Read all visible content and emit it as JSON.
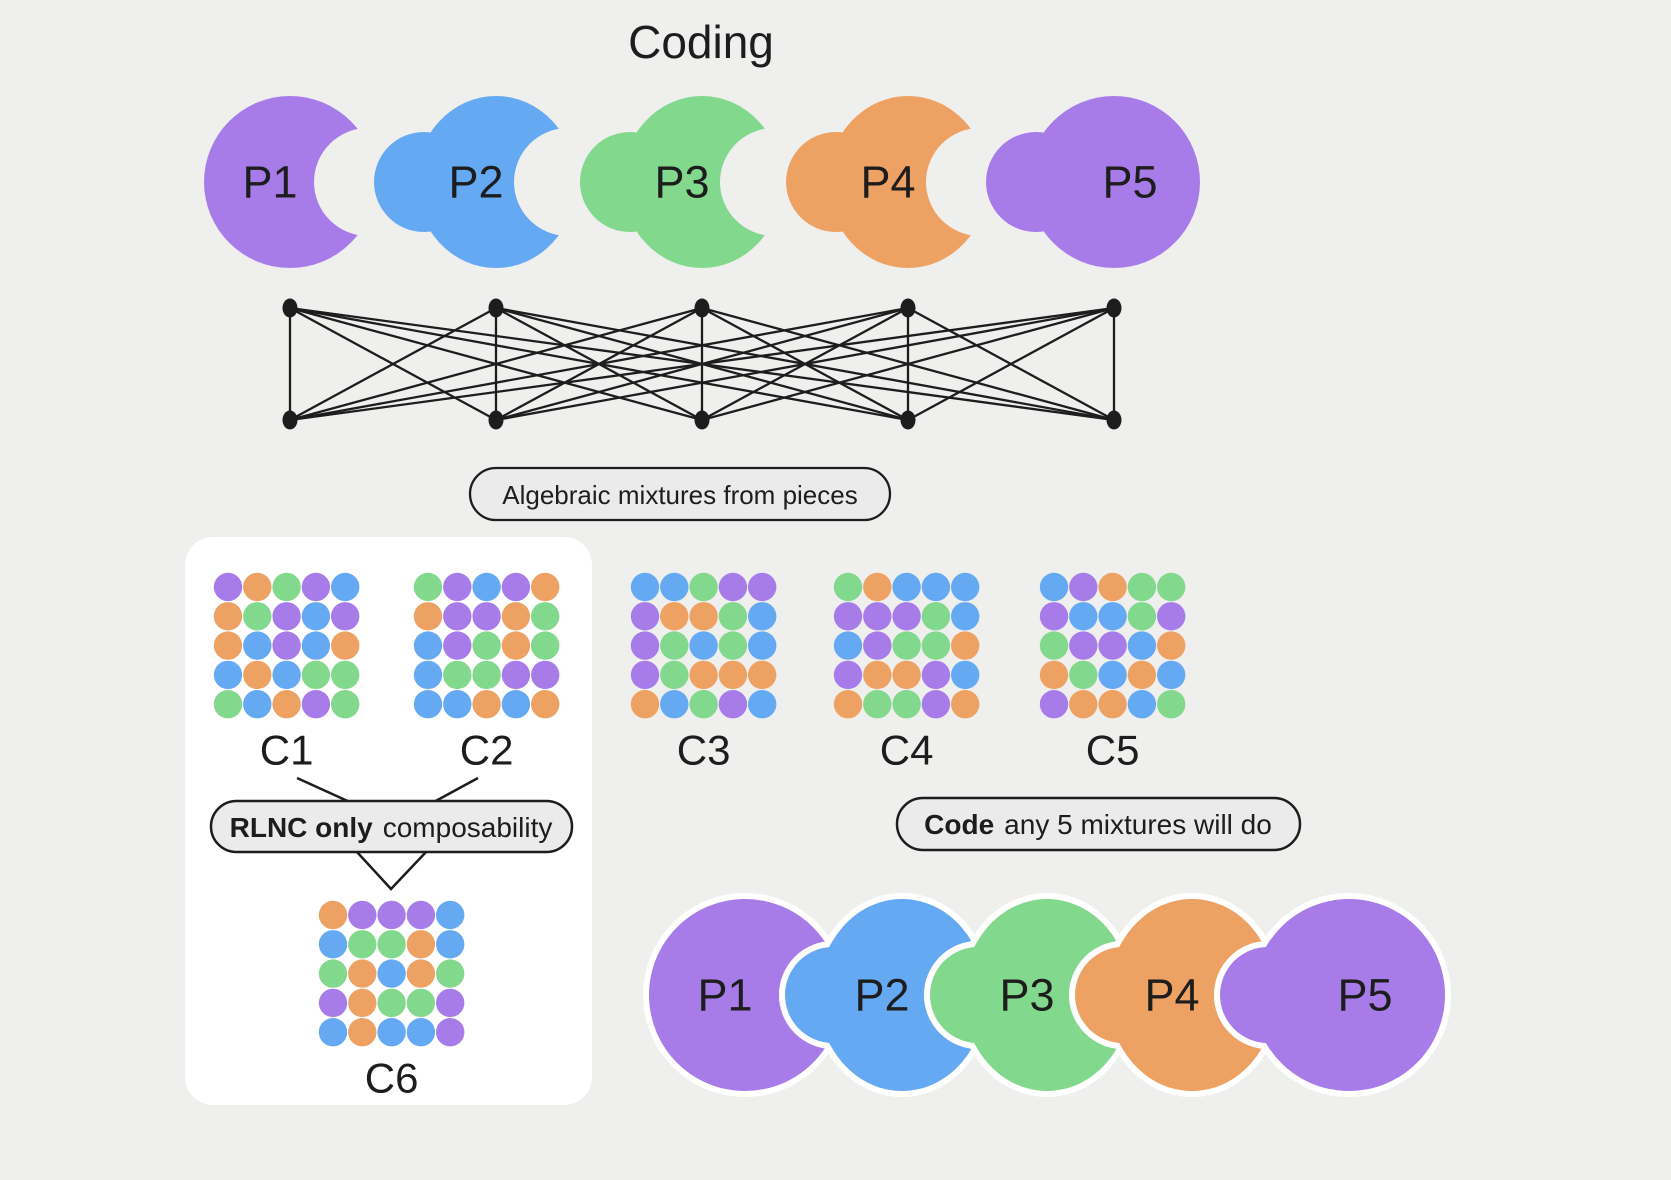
{
  "title": "Coding",
  "palette": {
    "purple": "#a87ce8",
    "blue": "#64a9f2",
    "green": "#82d88c",
    "orange": "#eda263",
    "background": "#efefee",
    "card": "#ffffff",
    "pill_fill": "#ebebeb",
    "ink": "#1d1d1d"
  },
  "color_key": {
    "P": "purple",
    "B": "blue",
    "G": "green",
    "O": "orange"
  },
  "pieces": {
    "top": [
      {
        "label": "P1",
        "color": "purple"
      },
      {
        "label": "P2",
        "color": "blue"
      },
      {
        "label": "P3",
        "color": "green"
      },
      {
        "label": "P4",
        "color": "orange"
      },
      {
        "label": "P5",
        "color": "purple"
      }
    ],
    "bottom": [
      {
        "label": "P1",
        "color": "purple"
      },
      {
        "label": "P2",
        "color": "blue"
      },
      {
        "label": "P3",
        "color": "green"
      },
      {
        "label": "P4",
        "color": "orange"
      },
      {
        "label": "P5",
        "color": "purple"
      }
    ]
  },
  "network": {
    "top_nodes": 5,
    "bottom_nodes": 5,
    "edges": "complete-bipartite"
  },
  "labels": {
    "mixtures_pill": "Algebraic mixtures from pieces",
    "rlnc_pill_bold": "RLNC only",
    "rlnc_pill_rest": "composability",
    "code_pill_bold": "Code",
    "code_pill_rest": "any 5 mixtures will do"
  },
  "mixtures": [
    {
      "id": "C1",
      "label": "C1",
      "in_card": true,
      "rows": [
        "POGPB",
        "OGPBP",
        "OBPBO",
        "BOBGG",
        "GBOPG"
      ]
    },
    {
      "id": "C2",
      "label": "C2",
      "in_card": true,
      "rows": [
        "GPBPO",
        "OPPOG",
        "BPGOG",
        "BGGPP",
        "BBOBO"
      ]
    },
    {
      "id": "C3",
      "label": "C3",
      "in_card": false,
      "rows": [
        "BBGPP",
        "POOGB",
        "PGBGB",
        "PGOOO",
        "OBGPB"
      ]
    },
    {
      "id": "C4",
      "label": "C4",
      "in_card": false,
      "rows": [
        "GOBBB",
        "PPPGB",
        "BPGGO",
        "POOPB",
        "OGGPO"
      ]
    },
    {
      "id": "C5",
      "label": "C5",
      "in_card": false,
      "rows": [
        "BPOGG",
        "PBBGP",
        "GPPBO",
        "OGBOB",
        "POOBG"
      ]
    },
    {
      "id": "C6",
      "label": "C6",
      "in_card": true,
      "rows": [
        "OPPPB",
        "BGGOB",
        "GOBOG",
        "POGGP",
        "BOBBP"
      ]
    }
  ]
}
